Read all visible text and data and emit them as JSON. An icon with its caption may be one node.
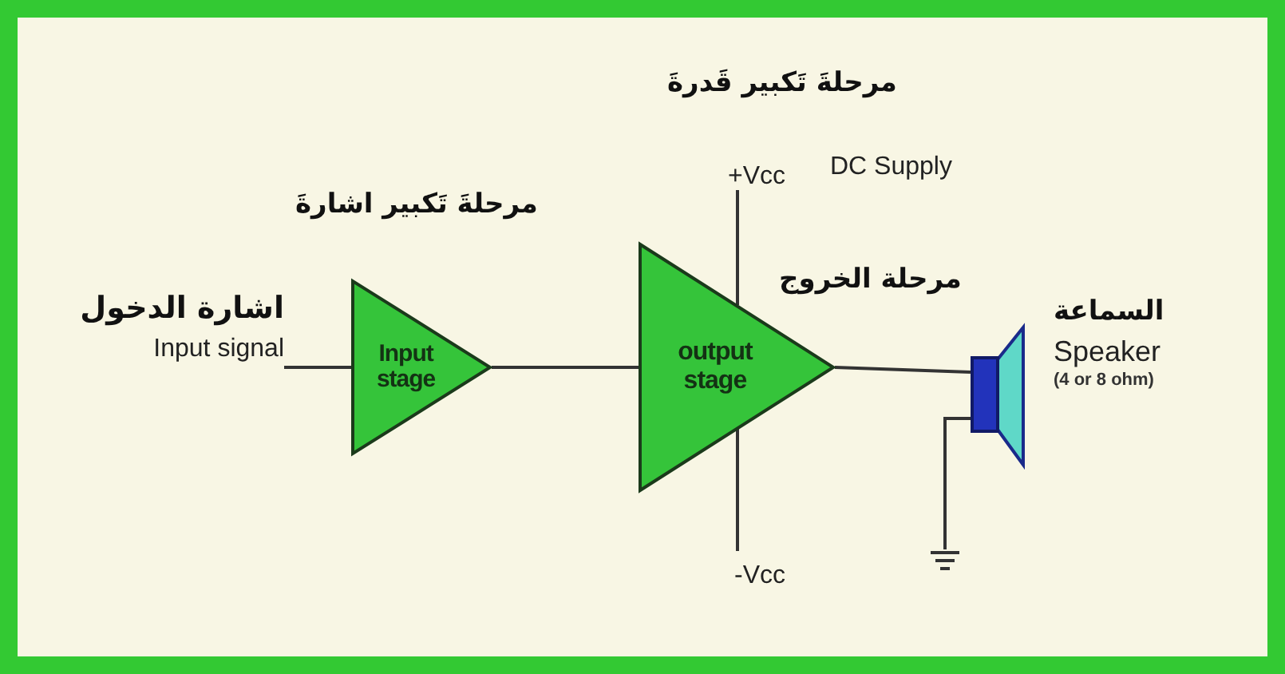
{
  "diagram": {
    "nodes": [
      {
        "text": [
          "اشارة الدخول",
          "Input signal"
        ]
      },
      {
        "text": [
          "Input stage"
        ],
        "beside": [
          "مرحلةَ تَكبير اشارةَ"
        ]
      },
      {
        "text": [
          "output stage"
        ],
        "beside": [
          "مرحلة الخروج"
        ]
      },
      {
        "text": [],
        "shape": "speaker",
        "beside": [
          "السماعة",
          "Speaker",
          "(4 or 8 ohm)"
        ]
      },
      {
        "text": [
          "+Vcc"
        ]
      },
      {
        "text": [
          "-Vcc"
        ]
      },
      {
        "text": [],
        "shape": "ground"
      }
    ],
    "edges": [
      {
        "from": 0,
        "to": 1,
        "arrow": "none"
      },
      {
        "from": 1,
        "to": 2,
        "arrow": "none"
      },
      {
        "from": 2,
        "to": 3,
        "arrow": "none"
      },
      {
        "from": 4,
        "to": 2,
        "arrow": "none"
      },
      {
        "from": 2,
        "to": 5,
        "arrow": "none"
      },
      {
        "from": 3,
        "to": 6,
        "arrow": "none"
      }
    ],
    "labels": [
      "مرحلةَ تَكبير قَدرةَ",
      "DC Supply"
    ]
  }
}
